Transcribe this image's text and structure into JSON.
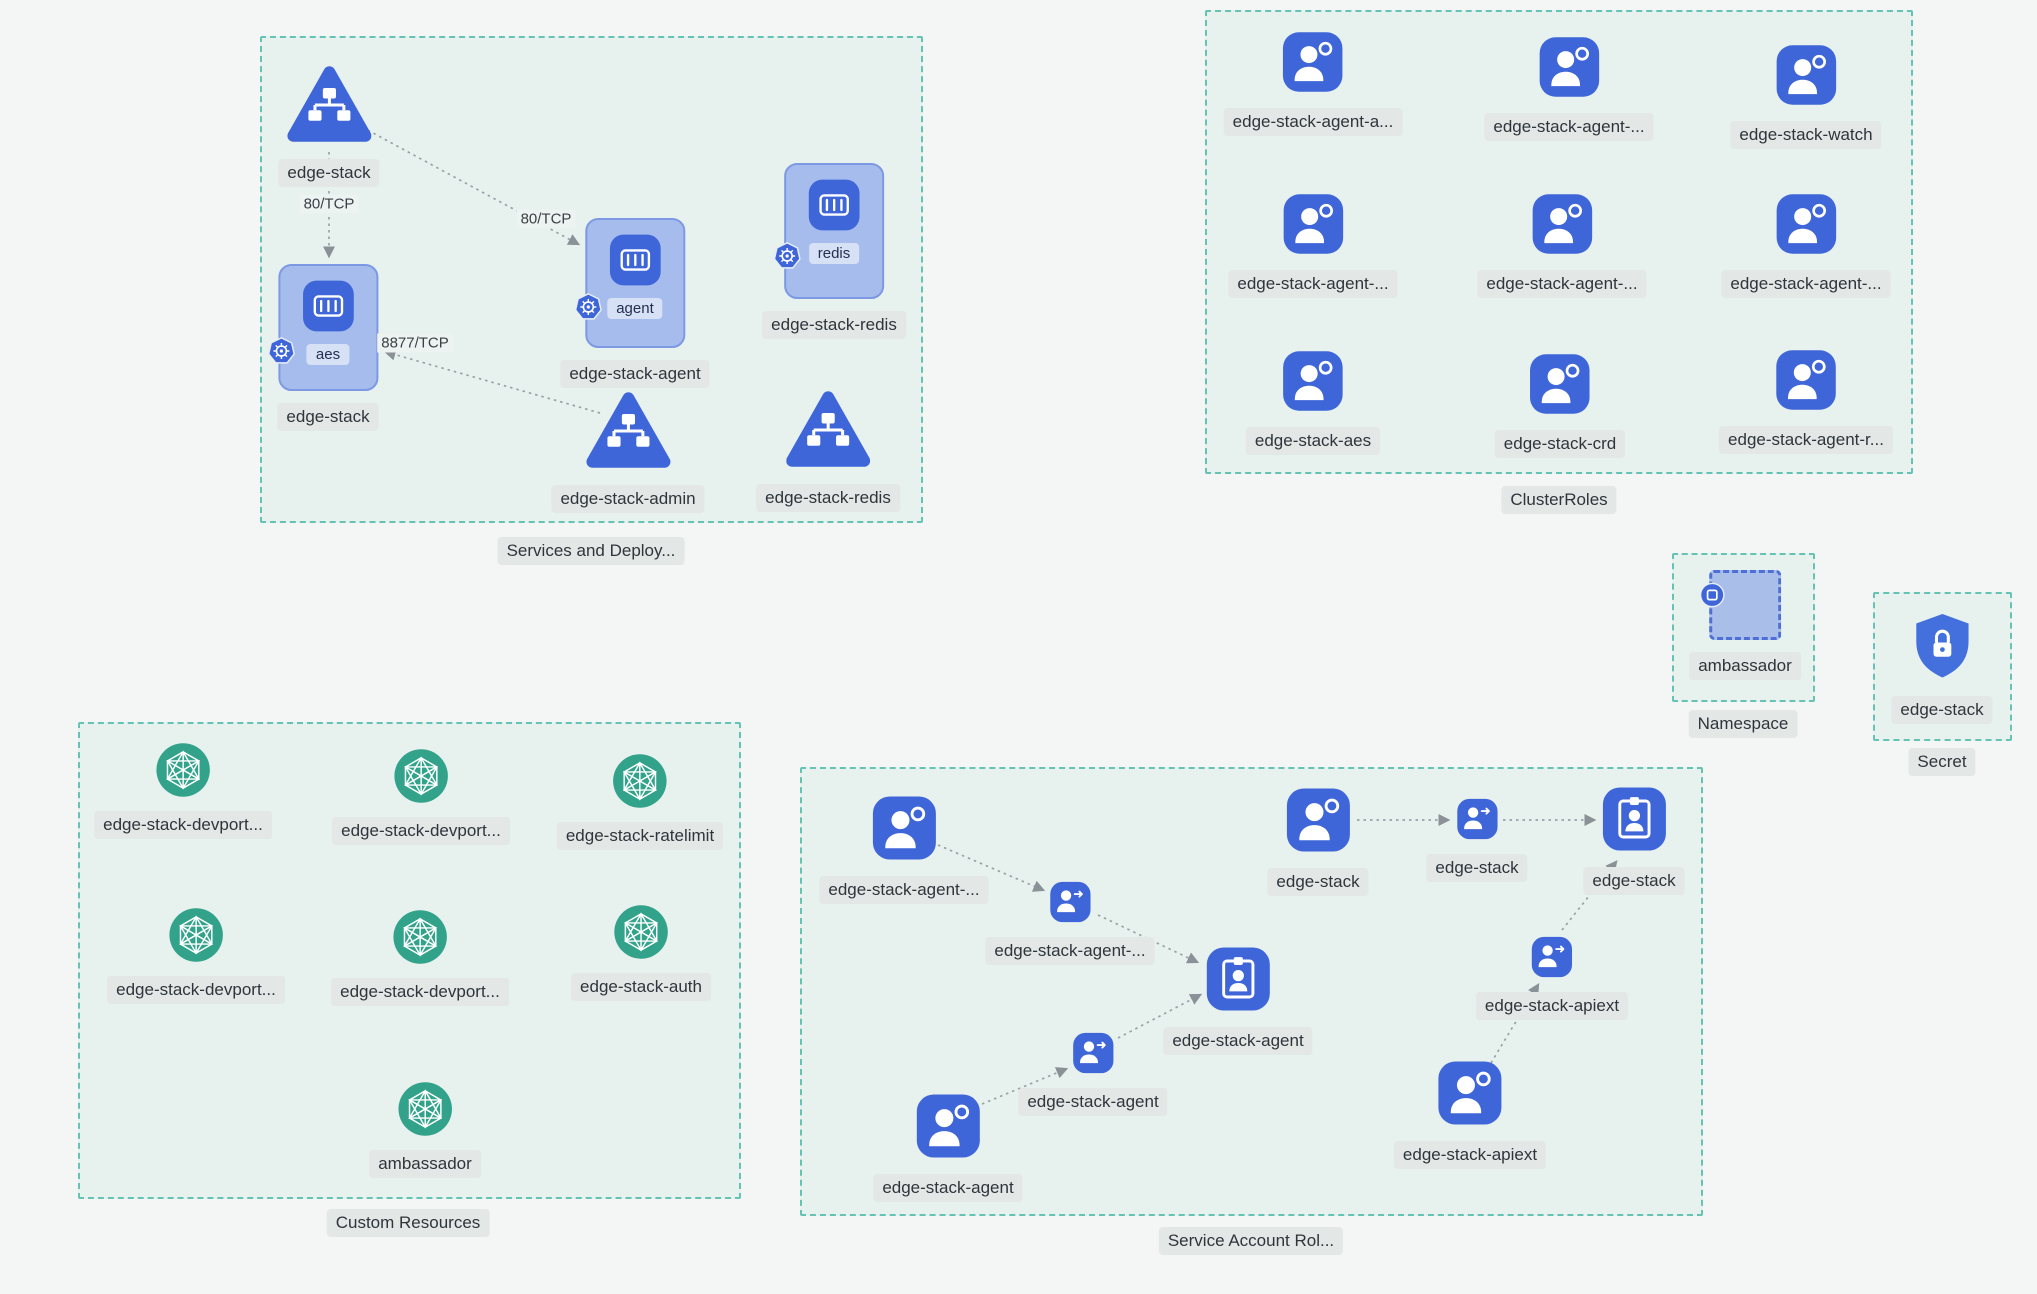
{
  "colors": {
    "background": "#f3f6f4",
    "group_border": "#66c3b4",
    "node_blue": "#3f66d9",
    "pale_blue": "#a5bcec",
    "resource_green": "#32a38a",
    "chip_bg": "#e3e7e6",
    "chip_text": "#2e353b",
    "arrow_gray": "#9aa1a8"
  },
  "icons": {
    "service": "service-triangle-icon",
    "deployment": "container-icon",
    "cluster_role": "user-icon",
    "custom_resource": "hexagon-mesh-icon",
    "namespace": "dashed-box-icon",
    "secret": "shield-lock-icon",
    "service_account": "user-icon",
    "role_binding": "user-link-icon",
    "role": "badge-icon",
    "helm_badge": "helm-wheel-icon"
  },
  "groups": {
    "services": {
      "label": "Services and Deploy...",
      "nodes": {
        "svc_edge_stack": {
          "label": "edge-stack"
        },
        "dep_edge_stack": {
          "label": "edge-stack",
          "pod": "aes"
        },
        "dep_edge_stack_agent": {
          "label": "edge-stack-agent",
          "pod": "agent"
        },
        "dep_edge_stack_redis": {
          "label": "edge-stack-redis",
          "pod": "redis"
        },
        "svc_edge_stack_admin": {
          "label": "edge-stack-admin"
        },
        "svc_edge_stack_redis": {
          "label": "edge-stack-redis"
        }
      },
      "edge_labels": [
        "80/TCP",
        "80/TCP",
        "8877/TCP"
      ]
    },
    "cluster_roles": {
      "label": "ClusterRoles",
      "nodes": [
        {
          "label": "edge-stack-agent-a..."
        },
        {
          "label": "edge-stack-agent-..."
        },
        {
          "label": "edge-stack-watch"
        },
        {
          "label": "edge-stack-agent-..."
        },
        {
          "label": "edge-stack-agent-..."
        },
        {
          "label": "edge-stack-agent-..."
        },
        {
          "label": "edge-stack-aes"
        },
        {
          "label": "edge-stack-crd"
        },
        {
          "label": "edge-stack-agent-r..."
        }
      ]
    },
    "namespace": {
      "label": "Namespace",
      "nodes": [
        {
          "label": "ambassador"
        }
      ]
    },
    "secret": {
      "label": "Secret",
      "nodes": [
        {
          "label": "edge-stack"
        }
      ]
    },
    "custom_resources": {
      "label": "Custom Resources",
      "nodes": [
        {
          "label": "edge-stack-devport..."
        },
        {
          "label": "edge-stack-devport..."
        },
        {
          "label": "edge-stack-ratelimit"
        },
        {
          "label": "edge-stack-devport..."
        },
        {
          "label": "edge-stack-devport..."
        },
        {
          "label": "edge-stack-auth"
        },
        {
          "label": "ambassador"
        }
      ]
    },
    "service_account_roles": {
      "label": "Service Account Rol...",
      "nodes": {
        "sa1": {
          "label": "edge-stack-agent-..."
        },
        "rb1": {
          "label": "edge-stack-agent-..."
        },
        "role1": {
          "label": "edge-stack-agent"
        },
        "sa2": {
          "label": "edge-stack"
        },
        "rb2": {
          "label": "edge-stack"
        },
        "role2": {
          "label": "edge-stack"
        },
        "sa3": {
          "label": "edge-stack-agent"
        },
        "rb3": {
          "label": "edge-stack-agent"
        },
        "rb4": {
          "label": "edge-stack-apiext"
        },
        "sa4": {
          "label": "edge-stack-apiext"
        }
      }
    }
  }
}
